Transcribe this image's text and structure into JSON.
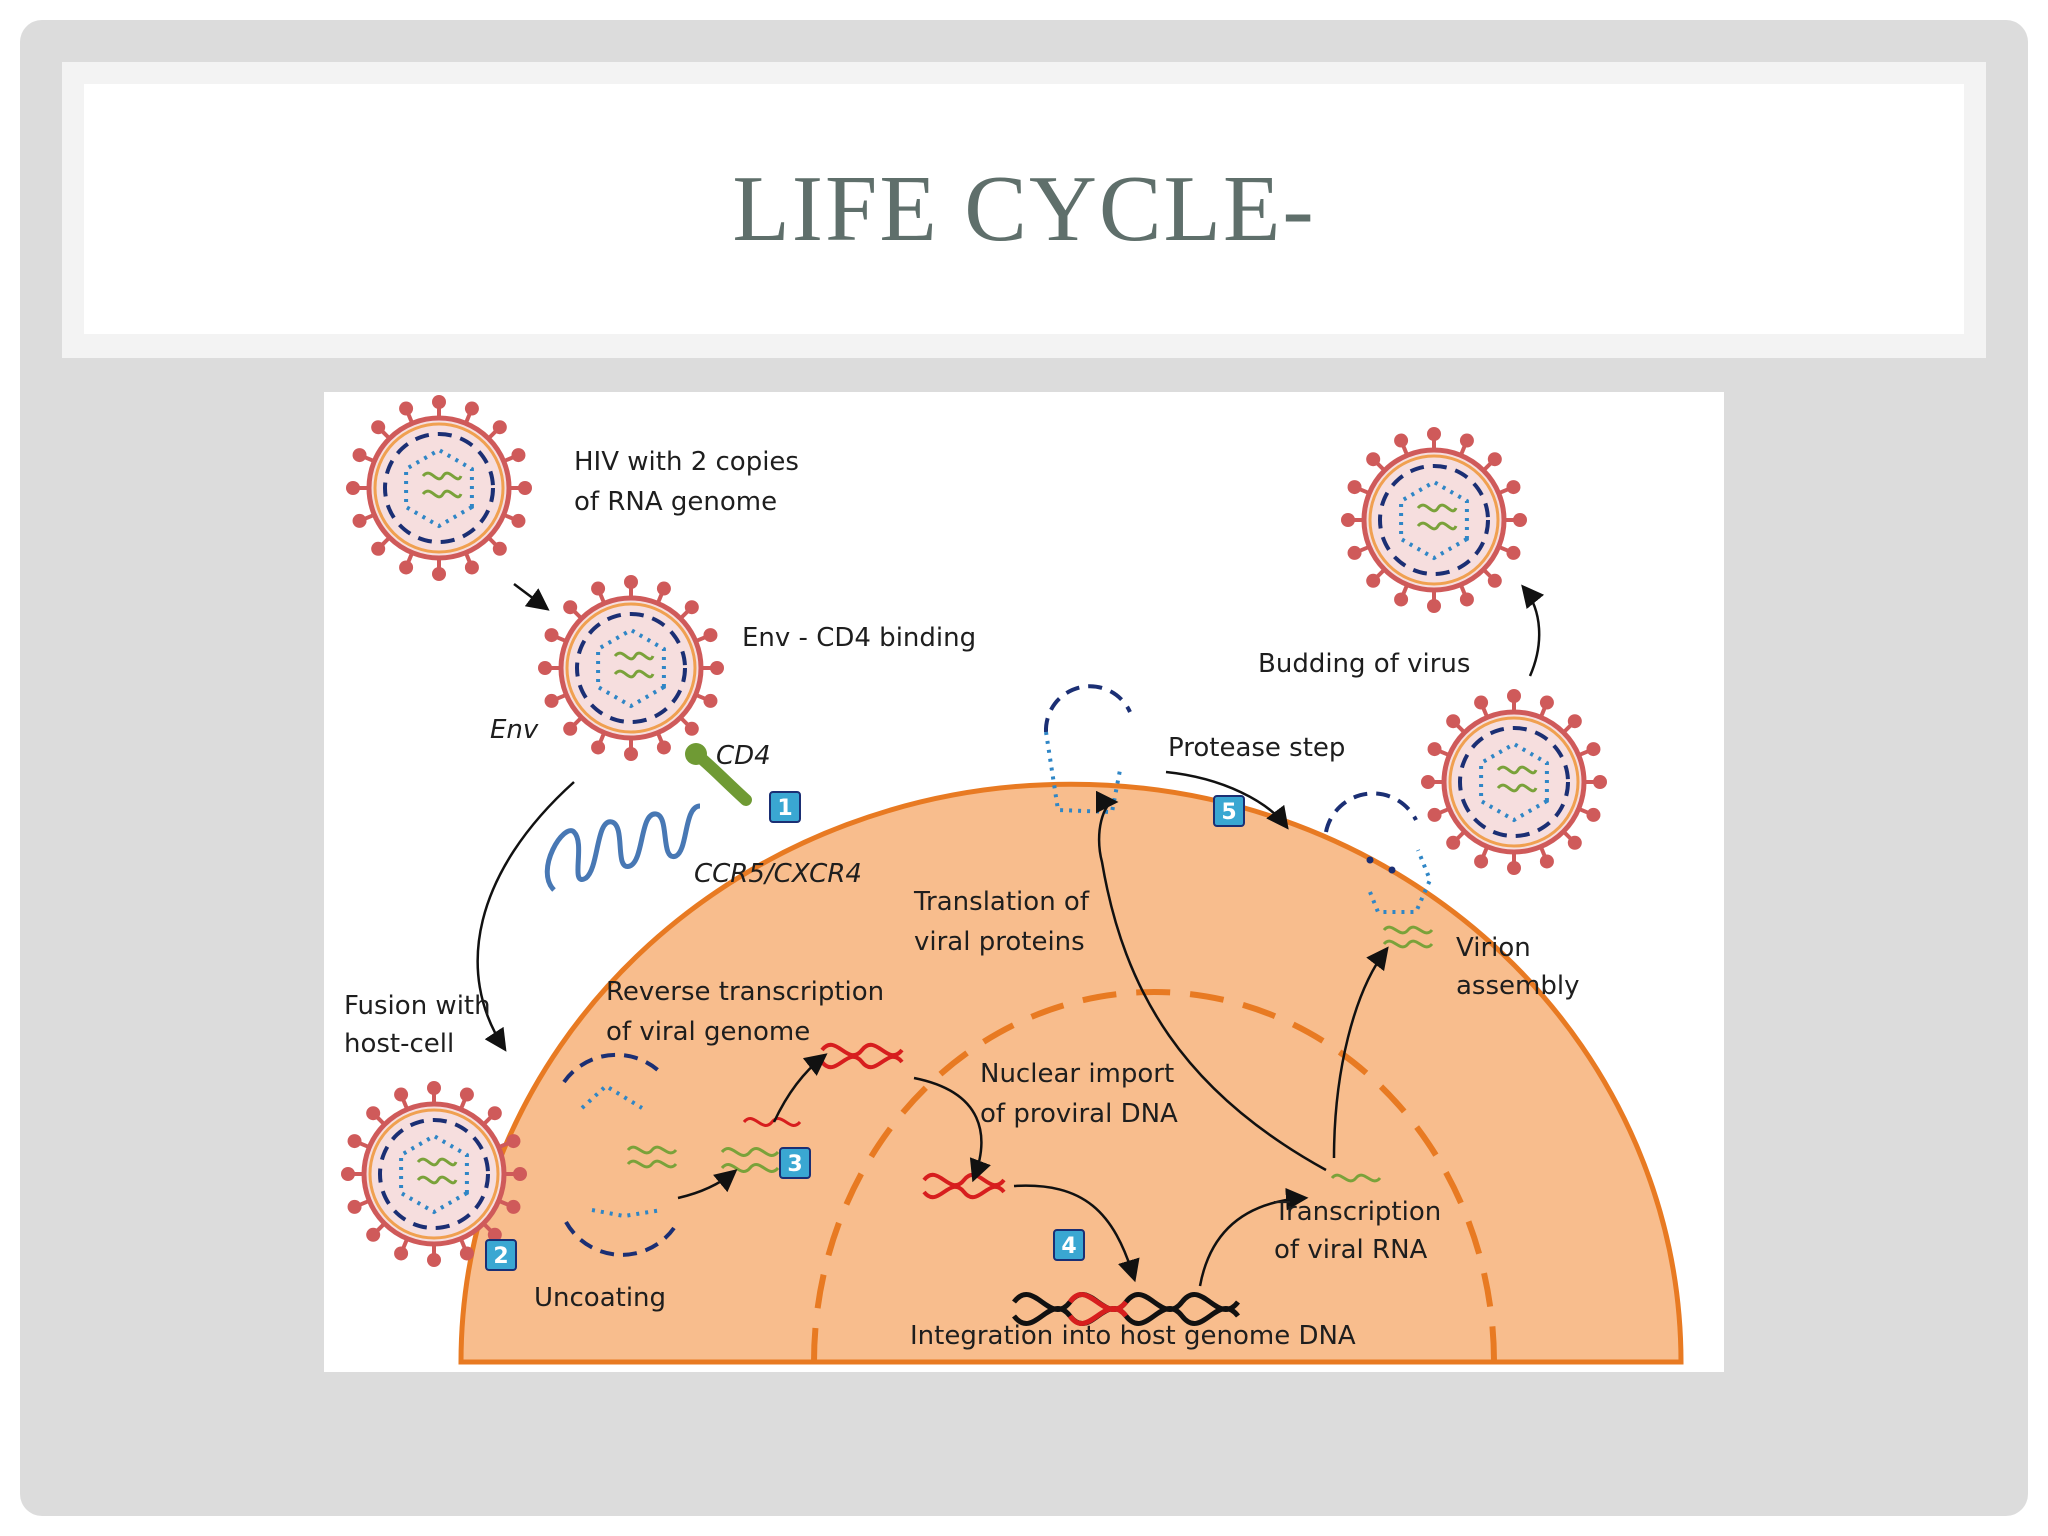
{
  "slide": {
    "title": "LIFE CYCLE-"
  },
  "diagram": {
    "labels": {
      "hiv_line1": "HIV with 2 copies",
      "hiv_line2": "of RNA genome",
      "env_cd4_binding": "Env - CD4 binding",
      "env": "Env",
      "cd4": "CD4",
      "ccr5": "CCR5/CXCR4",
      "fusion_line1": "Fusion with",
      "fusion_line2": "host-cell",
      "uncoating": "Uncoating",
      "rt_line1": "Reverse transcription",
      "rt_line2": "of viral genome",
      "nuclear_line1": "Nuclear import",
      "nuclear_line2": "of proviral DNA",
      "integration": "Integration into host genome DNA",
      "transcription_line1": "Transcription",
      "transcription_line2": "of viral RNA",
      "translation_line1": "Translation of",
      "translation_line2": "viral proteins",
      "protease": "Protease step",
      "virion_line1": "Virion",
      "virion_line2": "assembly",
      "budding": "Budding of virus"
    },
    "steps": [
      "1",
      "2",
      "3",
      "4",
      "5"
    ],
    "colors": {
      "cell": "#f8bd8d",
      "cell_border": "#e87a22",
      "virus_spike": "#cf5a5a",
      "capsid_dots": "#2f86c6",
      "envelope_dash": "#1b2f74",
      "rna": "#7aa23a",
      "dna": "#d71e1e",
      "host_dna": "#111111",
      "receptor": "#4878b4",
      "cd4": "#6f9a34",
      "step_badge": "#3aa7d2"
    },
    "icons": [
      "virus-icon",
      "capsid-icon",
      "rna-icon",
      "dna-icon",
      "receptor-icon",
      "arrow-icon"
    ]
  }
}
